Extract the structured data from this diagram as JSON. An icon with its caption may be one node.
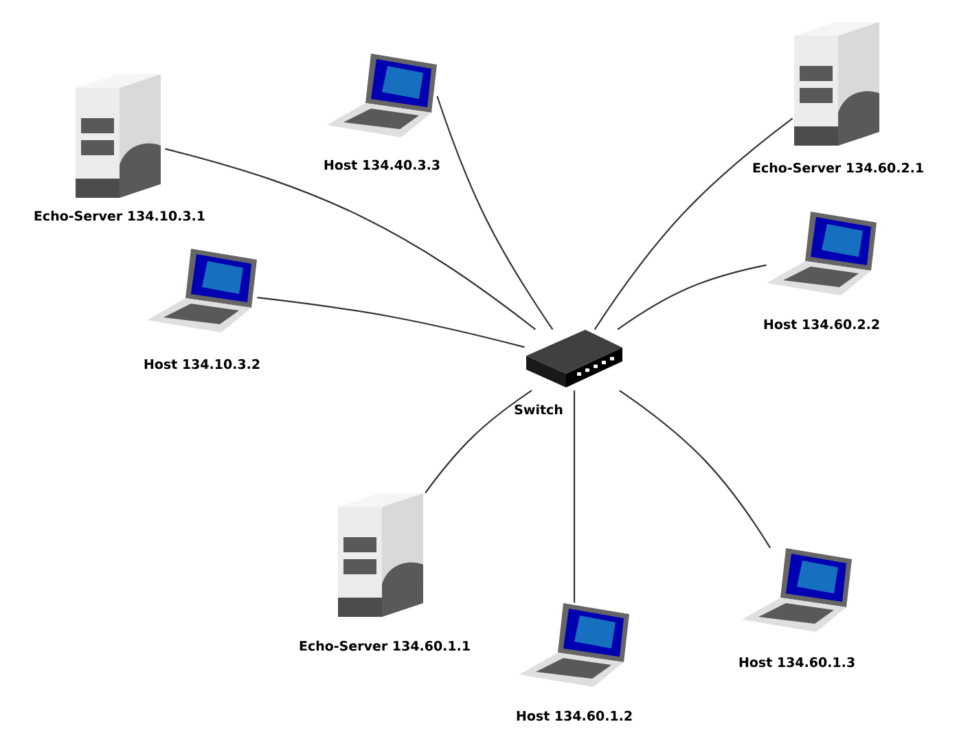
{
  "diagram": {
    "nodes": [
      {
        "text": [
          "Echo-Server 134.10.3.1"
        ]
      },
      {
        "text": [
          "Host 134.40.3.3"
        ]
      },
      {
        "text": [
          "Echo-Server 134.60.2.1"
        ]
      },
      {
        "text": [
          "Host 134.10.3.2"
        ]
      },
      {
        "text": [
          "Switch"
        ]
      },
      {
        "text": [
          "Host 134.60.2.2"
        ]
      },
      {
        "text": [
          "Echo-Server 134.60.1.1"
        ]
      },
      {
        "text": [
          "Host 134.60.1.2"
        ]
      },
      {
        "text": [
          "Host 134.60.1.3"
        ]
      }
    ],
    "edges": [
      {
        "from": 0,
        "to": 4,
        "arrow": "none"
      },
      {
        "from": 1,
        "to": 4,
        "arrow": "none"
      },
      {
        "from": 2,
        "to": 4,
        "arrow": "none"
      },
      {
        "from": 3,
        "to": 4,
        "arrow": "none"
      },
      {
        "from": 5,
        "to": 4,
        "arrow": "none"
      },
      {
        "from": 6,
        "to": 4,
        "arrow": "none"
      },
      {
        "from": 7,
        "to": 4,
        "arrow": "none"
      },
      {
        "from": 8,
        "to": 4,
        "arrow": "none"
      }
    ]
  }
}
